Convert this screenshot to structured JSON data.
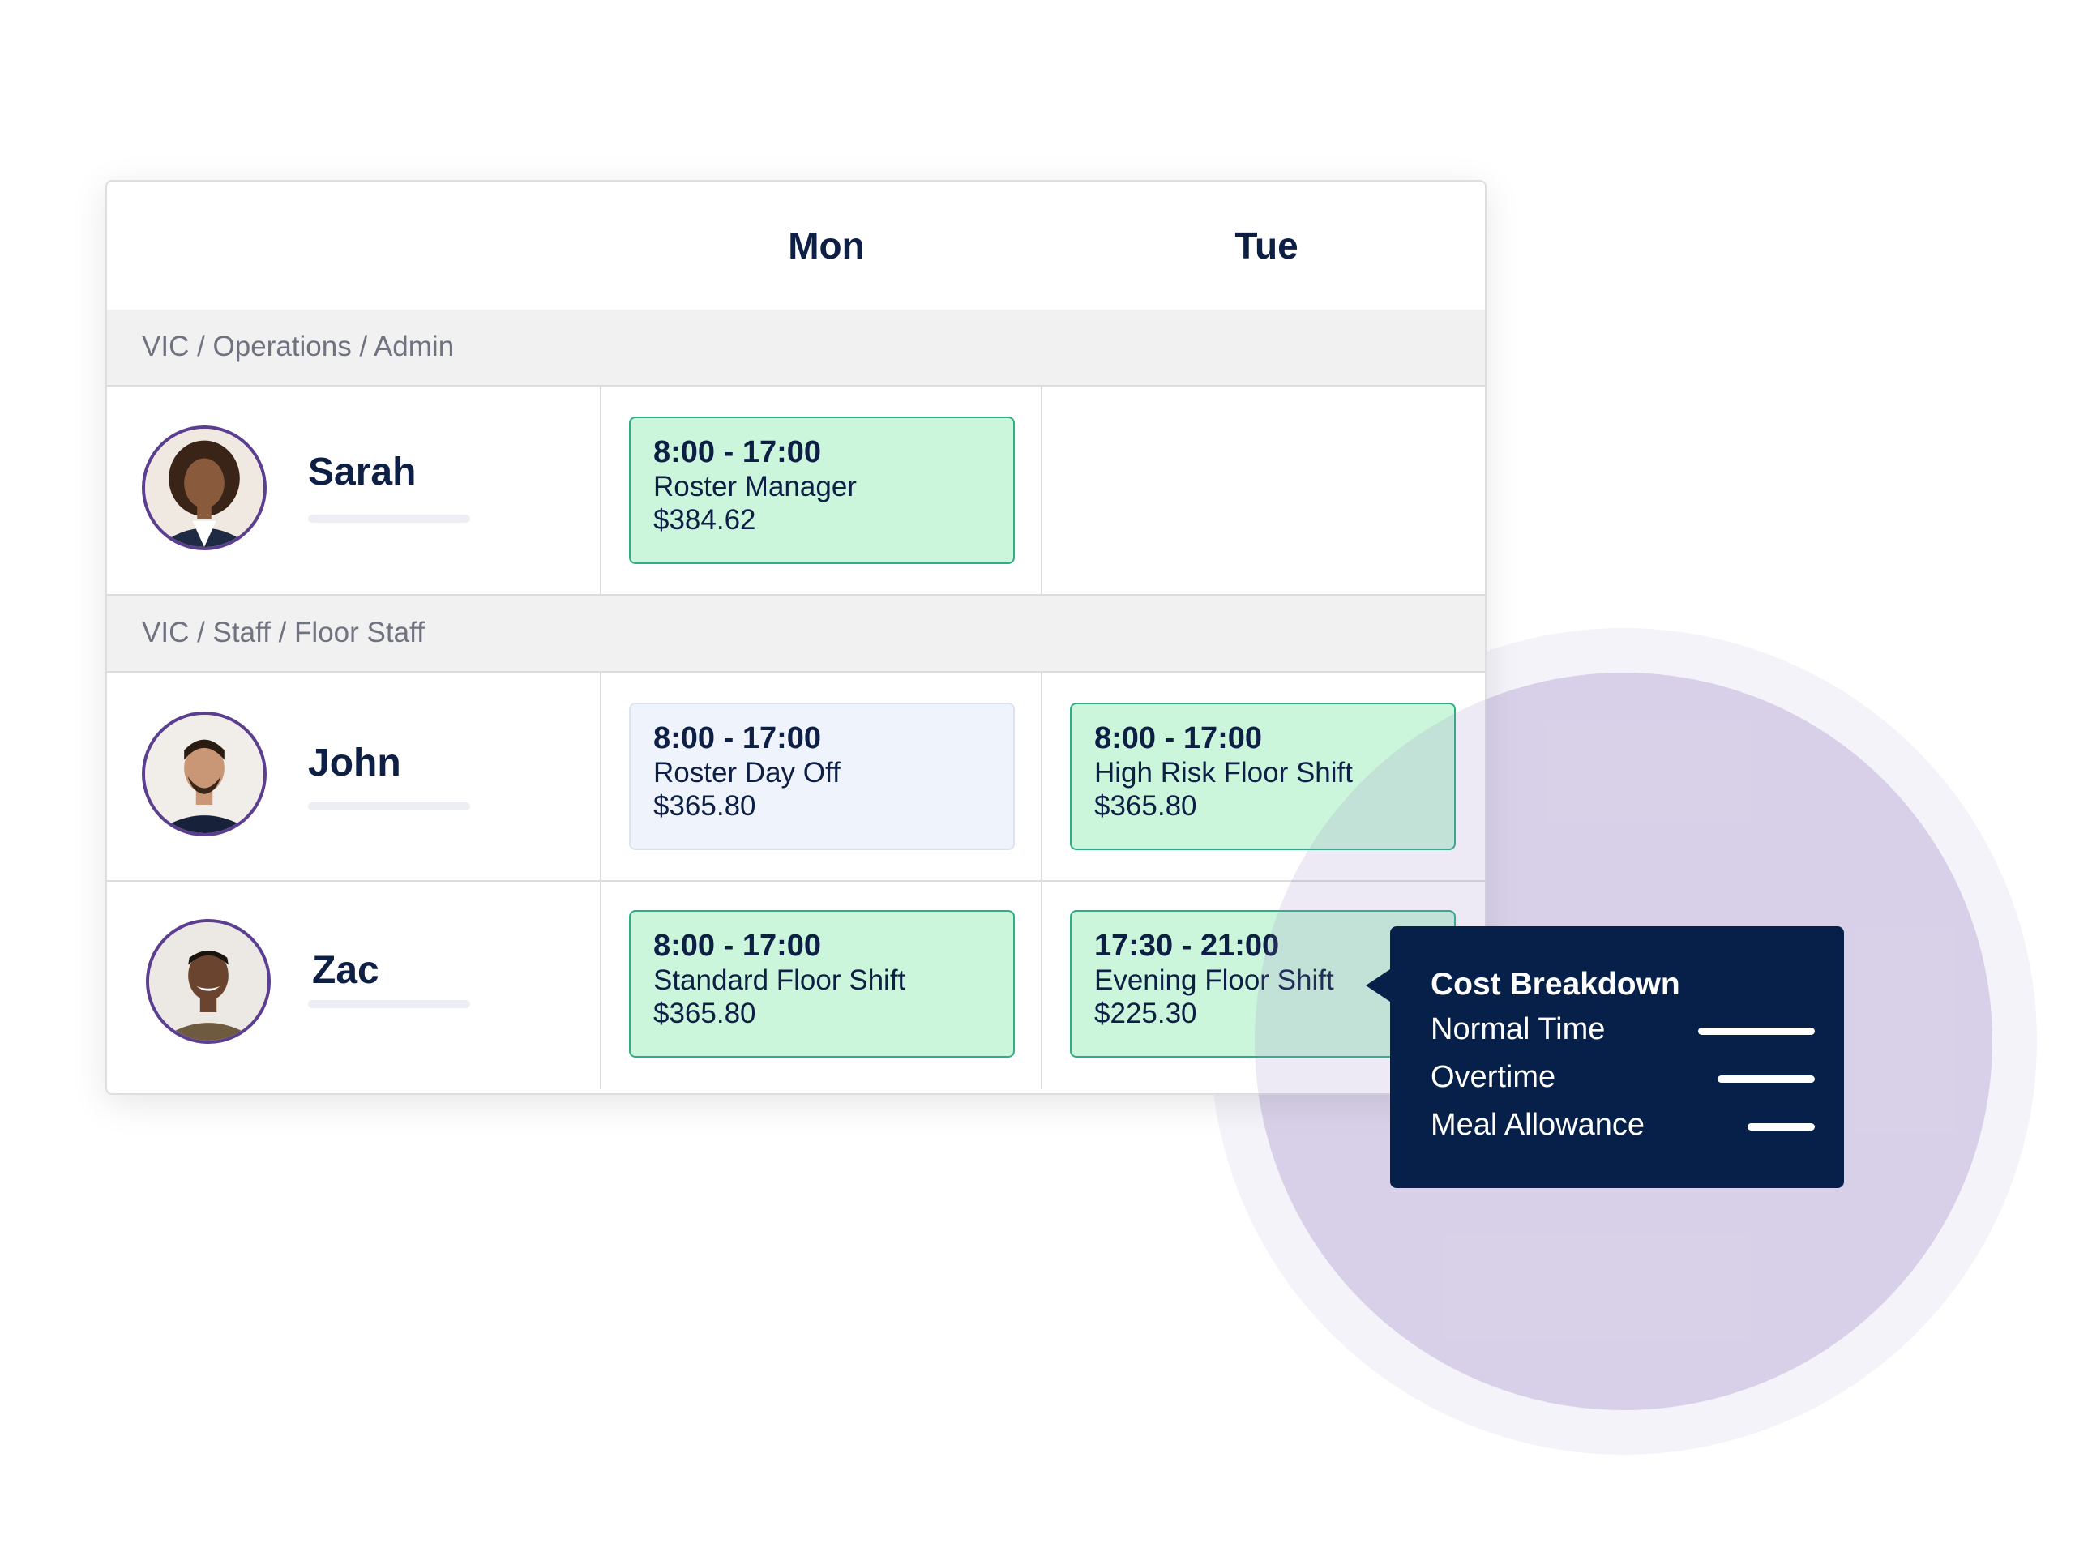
{
  "roster": {
    "days": [
      "Mon",
      "Tue"
    ],
    "groups": [
      {
        "label": "VIC / Operations / Admin",
        "employees": [
          {
            "name": "Sarah",
            "shifts": [
              {
                "time": "8:00 - 17:00",
                "role": "Roster Manager",
                "cost": "$384.62",
                "status": "scheduled"
              },
              null
            ]
          }
        ]
      },
      {
        "label": "VIC / Staff / Floor Staff",
        "employees": [
          {
            "name": "John",
            "shifts": [
              {
                "time": "8:00 - 17:00",
                "role": "Roster Day Off",
                "cost": "$365.80",
                "status": "day-off"
              },
              {
                "time": "8:00 - 17:00",
                "role": "High Risk Floor Shift",
                "cost": "$365.80",
                "status": "scheduled"
              }
            ]
          },
          {
            "name": "Zac",
            "shifts": [
              {
                "time": "8:00 - 17:00",
                "role": "Standard Floor Shift",
                "cost": "$365.80",
                "status": "scheduled"
              },
              {
                "time": "17:30 - 21:00",
                "role": "Evening Floor Shift",
                "cost": "$225.30",
                "status": "scheduled"
              }
            ]
          }
        ]
      }
    ]
  },
  "tooltip": {
    "title": "Cost Breakdown",
    "items": [
      {
        "label": "Normal Time",
        "level": 0.78
      },
      {
        "label": "Overtime",
        "level": 0.65
      },
      {
        "label": "Meal Allowance",
        "level": 0.45
      }
    ]
  },
  "colors": {
    "navy": "#0d1f44",
    "tooltip_bg": "#07204a",
    "shift_green": "#ccf6dc",
    "shift_border": "#2fae85",
    "day_off_bg": "#eff3fb",
    "avatar_ring": "#5b3e8f",
    "halo": "#e6e2f0"
  },
  "icons": {
    "avatar": "person-avatar-photo",
    "tooltip_pointer": "caret-left-icon"
  }
}
